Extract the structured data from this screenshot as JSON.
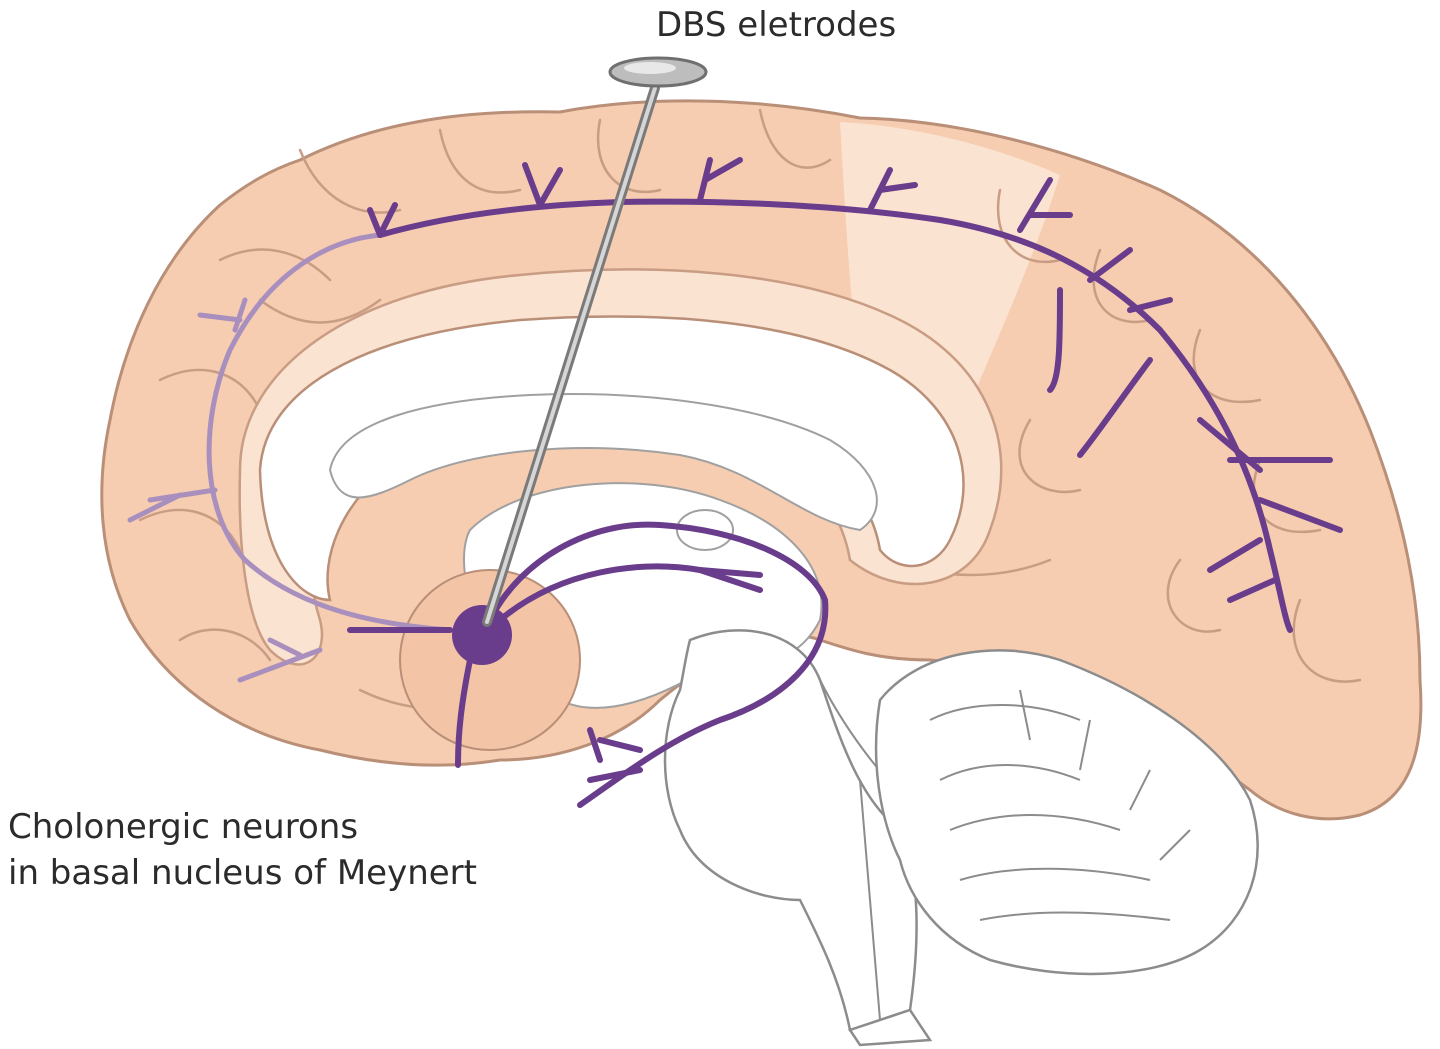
{
  "labels": {
    "electrode": "DBS eletrodes",
    "neurons_line1": "Cholonergic neurons",
    "neurons_line2": "in basal nucleus of Meynert"
  },
  "colors": {
    "cortex": "#f6cdb1",
    "cortex_light": "#fbe3d1",
    "cortex_outline": "#b98f78",
    "gyrus_line": "#c99c84",
    "pathway": "#6a3d8c",
    "pathway_faded": "#a98fbd",
    "brainstem_fill": "#ffffff",
    "brainstem_outline": "#8c8c8c",
    "electrode": "#9a9a9a",
    "text": "#2b2b2b"
  },
  "icons": {
    "electrode": "electrode-icon",
    "nucleus": "nucleus-icon"
  }
}
